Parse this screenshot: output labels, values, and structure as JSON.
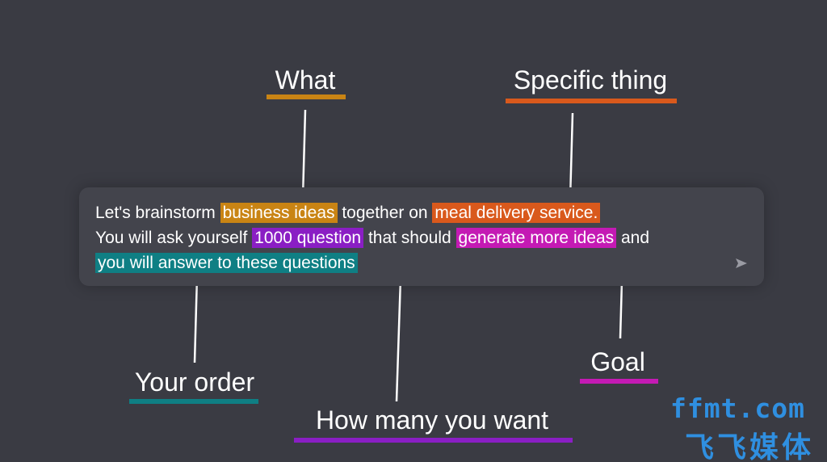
{
  "prompt": {
    "line1": {
      "t1": "Let's brainstorm ",
      "what": "business ideas",
      "t2": " together on ",
      "specific": "meal delivery service."
    },
    "line2": {
      "t1": "You will ask yourself ",
      "count": "1000 question",
      "t2": " that should ",
      "goal": "generate more ideas",
      "t3": " and"
    },
    "line3": {
      "order": "you will answer to these questions"
    }
  },
  "labels": {
    "what": "What",
    "specific": "Specific thing",
    "order": "Your order",
    "count": "How many you want",
    "goal": "Goal"
  },
  "colors": {
    "what": "#c98414",
    "specific": "#d9591c",
    "count": "#8a1ec4",
    "goal": "#c41ab4",
    "order": "#0f7f84"
  },
  "icons": {
    "send": "send-icon"
  },
  "watermark": {
    "en": "ffmt.com",
    "cn": "飞飞媒体"
  }
}
